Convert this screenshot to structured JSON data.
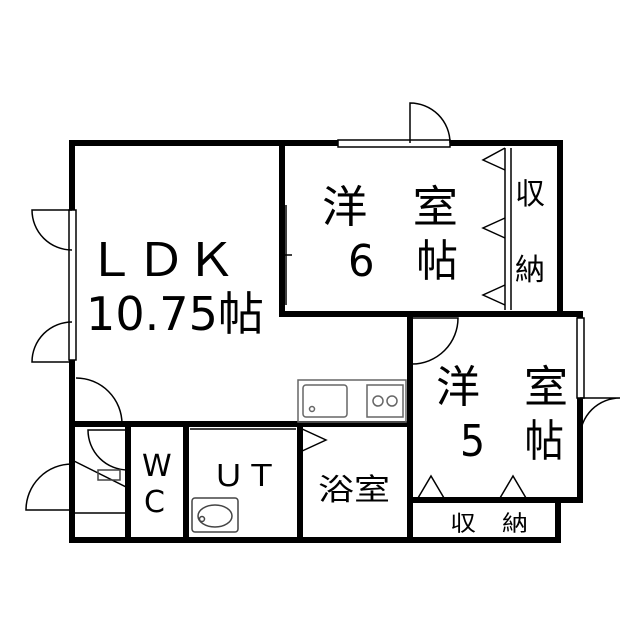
{
  "rooms": {
    "ldk": {
      "name": "ＬＤＫ",
      "size": "10.75帖"
    },
    "western1": {
      "name": "洋　室",
      "size": "6　帖"
    },
    "western2": {
      "name": "洋　室",
      "size": "5　帖"
    },
    "storage1": {
      "line1": "収",
      "line2": "納"
    },
    "storage2": {
      "label": "収　納"
    },
    "wc": {
      "line1": "W",
      "line2": "C"
    },
    "ut": {
      "label": "ＵＴ"
    },
    "bath": {
      "label": "浴室"
    }
  },
  "colors": {
    "wall": "#000000",
    "fixture": "#666666",
    "background": "#ffffff"
  }
}
